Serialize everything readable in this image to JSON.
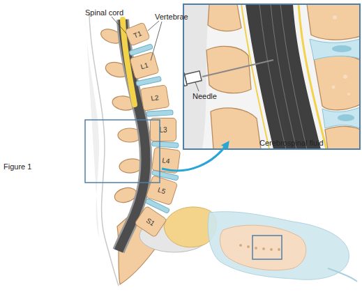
{
  "diagram": {
    "caption": "Figure 1",
    "nodes": [
      {
        "text": [
          "T1"
        ]
      },
      {
        "text": [
          "L1"
        ]
      },
      {
        "text": [
          "L2"
        ]
      },
      {
        "text": [
          "L3"
        ]
      },
      {
        "text": [
          "L4"
        ]
      },
      {
        "text": [
          "L5"
        ]
      },
      {
        "text": [
          "S1"
        ]
      }
    ],
    "labels": [
      "Spinal cord",
      "Vertebrae",
      "Needle",
      "Cerebrospinal fluid"
    ]
  }
}
